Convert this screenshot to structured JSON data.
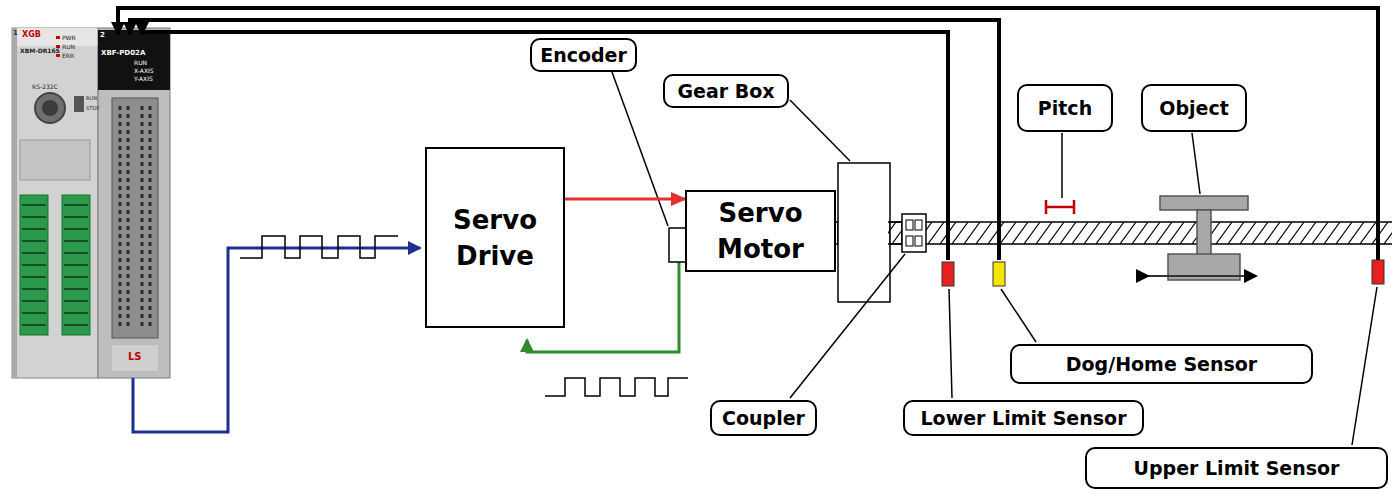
{
  "diagram": {
    "nodes": [
      {
        "text": [
          "Servo Drive"
        ]
      },
      {
        "text": [
          "Servo Motor"
        ]
      },
      {
        "text": [
          "Encoder"
        ]
      },
      {
        "text": [
          "Gear Box"
        ]
      },
      {
        "text": [
          "Pitch"
        ]
      },
      {
        "text": [
          "Object"
        ]
      },
      {
        "text": [
          "Dog/Home Sensor"
        ]
      },
      {
        "text": [
          "Coupler"
        ]
      },
      {
        "text": [
          "Lower Limit Sensor"
        ]
      },
      {
        "text": [
          "Upper Limit Sensor"
        ]
      }
    ],
    "edges": [
      {
        "from": 0,
        "to": 1,
        "arrow": "to"
      }
    ],
    "labels": [
      "1",
      "XGB",
      "XBM-DR16S",
      "PWR",
      "RUN",
      "ERR",
      "RS-232C",
      "RUN",
      "STOP",
      "2",
      "XBF-PD02A",
      "RUN",
      "X-AXIS",
      "Y-AXIS",
      "LS"
    ]
  }
}
